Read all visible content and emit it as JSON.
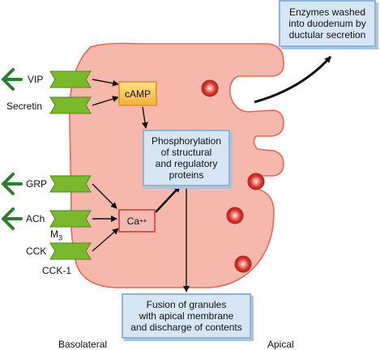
{
  "ligands": {
    "vip": "VIP",
    "secretin": "Secretin",
    "grp": "GRP",
    "ach": "ACh",
    "cck": "CCK"
  },
  "receptors": {
    "m3": "M",
    "m3_sub": "3",
    "cck1": "CCK-1"
  },
  "messengers": {
    "camp": "cAMP",
    "ca": "Ca",
    "ca_sup": "++"
  },
  "phosphorylation": [
    "Phosphorylation",
    "of structural",
    "and regulatory",
    "proteins"
  ],
  "enzymes": [
    "Enzymes washed",
    "into duodenum by",
    "ductular secretion"
  ],
  "fusion": [
    "Fusion of granules",
    "with apical membrane",
    "and discharge of contents"
  ],
  "sides": {
    "basolateral": "Basolateral",
    "apical": "Apical"
  },
  "colors": {
    "cell_fill": "#f5b8aa",
    "cell_border": "#e8675c",
    "receptor_green": "#7ab82c",
    "ligand_green": "#2e7d32",
    "box_fill": "#d6e6f5",
    "camp_fill": "#f7b13a"
  }
}
